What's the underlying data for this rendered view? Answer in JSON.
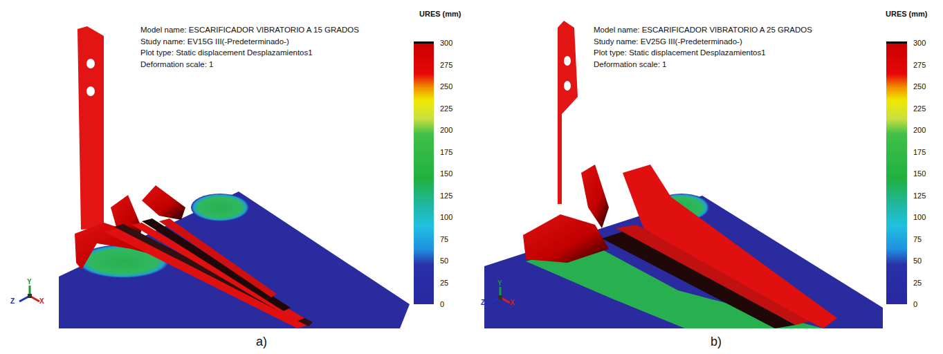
{
  "diagram": {
    "labels": [
      "URES (mm)",
      "Model name: ESCARIFICADOR VIBRATORIO A 15 GRADOS",
      "Study name: EV15G III(-Predeterminado-)",
      "Plot type: Static displacement Desplazamientos1",
      "Deformation scale: 1",
      "300",
      "275",
      "250",
      "225",
      "200",
      "175",
      "150",
      "125",
      "100",
      "75",
      "50",
      "25",
      "0",
      "Y",
      "Z",
      "X",
      "a)",
      "URES (mm)",
      "Model name: ESCARIFICADOR VIBRATORIO A 25 GRADOS",
      "Study name: EV25G III(-Predeterminado-)",
      "Plot type: Static displacement Desplazamientos1",
      "Deformation scale: 1",
      "300",
      "275",
      "250",
      "225",
      "200",
      "175",
      "150",
      "125",
      "100",
      "75",
      "50",
      "25",
      "0",
      "Y",
      "Z",
      "X",
      "b)"
    ]
  }
}
